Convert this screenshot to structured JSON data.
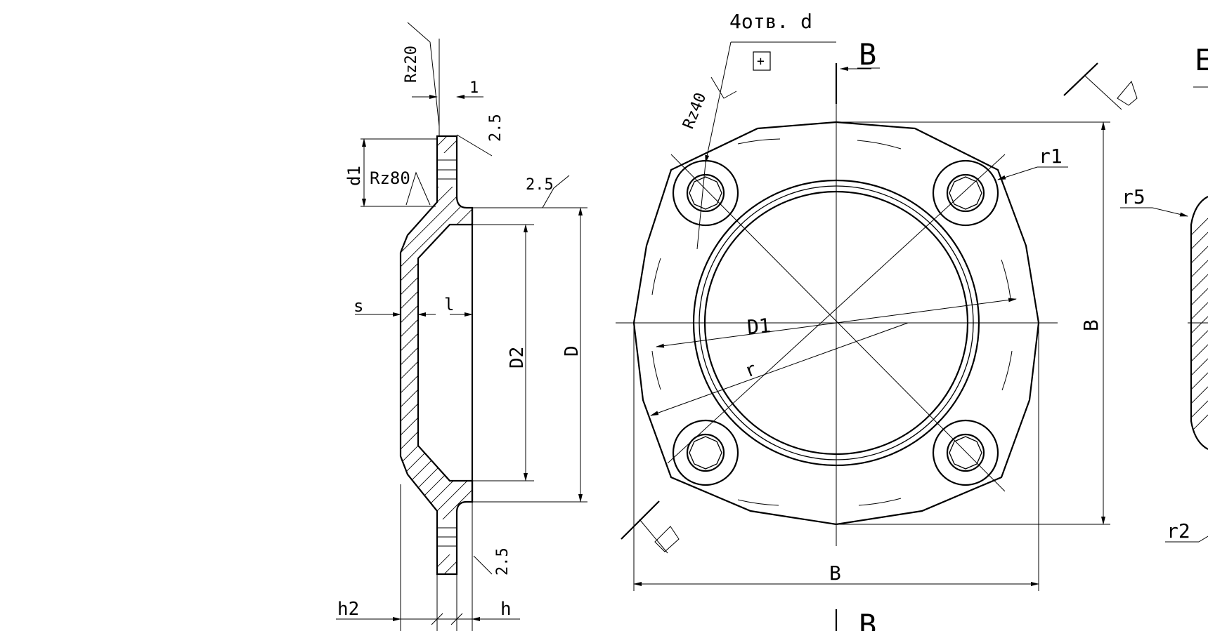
{
  "drawing": {
    "labels": {
      "holes_note": "4отв. d",
      "position_symbol": "+",
      "section_letter": "B",
      "section_letter_bottom": "B",
      "rz20": "Rz20",
      "rz40": "Rz40",
      "rz80": "Rz80",
      "dim_1": "1",
      "dim_2_5_top": "2.5",
      "dim_2_5_mid": "2.5",
      "dim_2_5_bottom": "2.5",
      "d1": "d1",
      "s": "s",
      "l": "l",
      "D2": "D2",
      "D": "D",
      "h2": "h2",
      "h": "h",
      "r1": "r1",
      "r5": "r5",
      "r2": "r2",
      "D1": "D1",
      "r": "r",
      "B_right": "B",
      "B_bottom": "B",
      "B_partial": "E"
    }
  }
}
